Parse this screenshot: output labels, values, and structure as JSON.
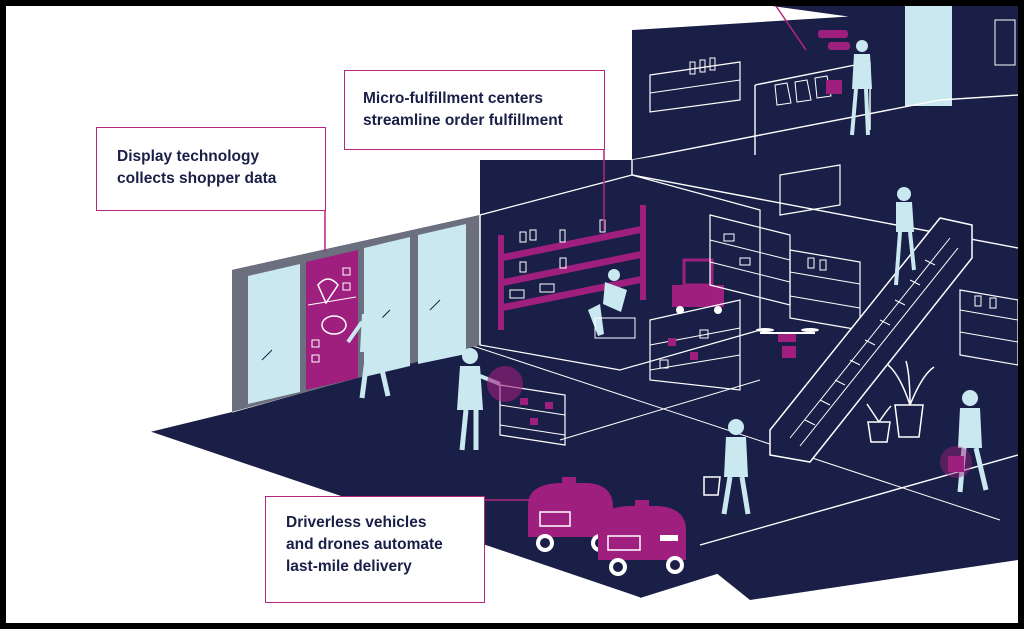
{
  "colors": {
    "navy": "#1a1f47",
    "magenta": "#9e1f7e",
    "light_blue": "#c9e8f0",
    "gray_wall": "#6b6f7e",
    "frame": "#000000"
  },
  "callouts": {
    "display": {
      "line1": "Display technology",
      "line2": "collects shopper data"
    },
    "fulfillment": {
      "line1": "Micro-fulfillment centers",
      "line2": "streamline order fulfillment"
    },
    "delivery": {
      "line1": "Driverless vehicles",
      "line2": "and drones automate",
      "line3": "last-mile delivery"
    }
  },
  "icons": [
    "robot-vehicle-icon",
    "drone-icon",
    "escalator-icon",
    "shopper-icon",
    "digital-display-icon",
    "shelving-icon",
    "plant-icon"
  ]
}
